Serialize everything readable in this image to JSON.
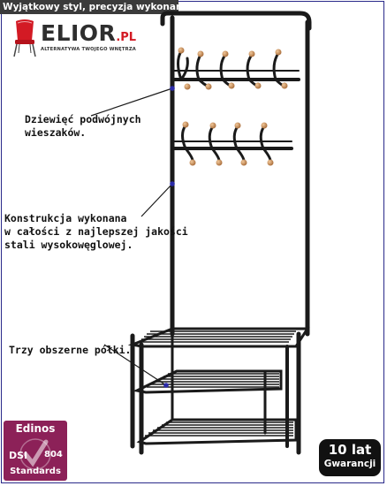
{
  "banner": {
    "text": "Wyjątkowy styl, precyzja wykonania!"
  },
  "logo": {
    "brand": "ELIOR",
    "suffix": ".PL",
    "tagline": "ALTERNATYWA TWOJEGO WNĘTRZA",
    "icon": "red-chair-icon",
    "brand_color": "#2e2e2e",
    "accent_color": "#d31a24"
  },
  "callouts": {
    "hooks": {
      "line1": "Dziewięć podwójnych",
      "line2": "wieszaków."
    },
    "construction": {
      "line1": "Konstrukcja wykonana",
      "line2": "w całości z najlepszej jakości",
      "line3": "stali wysokowęglowej."
    },
    "shelves": {
      "line1": "Trzy obszerne półki."
    }
  },
  "badges": {
    "edinos": {
      "title": "Edinos",
      "dsi": "DSI",
      "number": "804",
      "standards": "Standards",
      "color": "#8c2158"
    },
    "warranty": {
      "top": "10 lat",
      "bottom": "Gwarancji",
      "color": "#111111"
    }
  },
  "product": {
    "icon": "coat-rack-illustration",
    "frame_color": "#1a1a1a",
    "knob_color": "#c9905a"
  }
}
